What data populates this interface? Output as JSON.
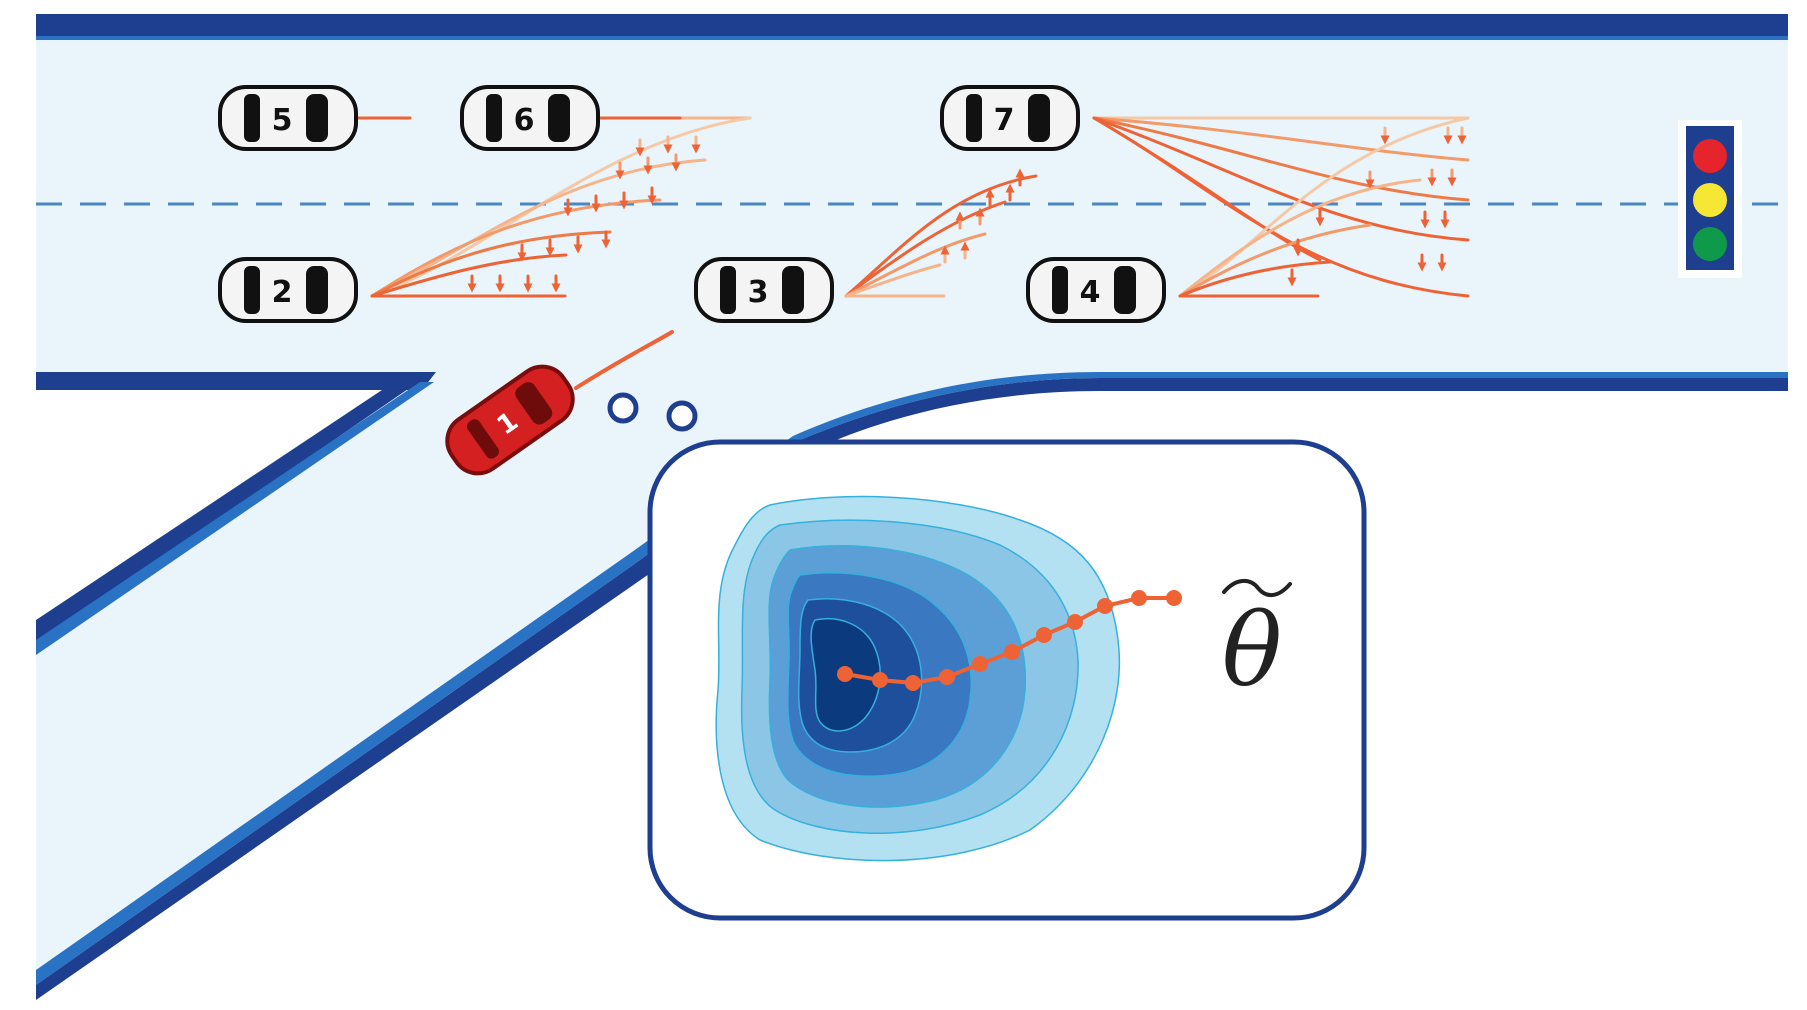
{
  "colors": {
    "road_fill": "#eaf4fb",
    "road_edge_dark": "#1e3f8f",
    "road_edge_mid": "#2a72c4",
    "lane_dash": "#4a86c2",
    "trajectory": "#ee6336",
    "trajectory_light": "#f6b48a",
    "ego_car": "#d42020",
    "other_car": "#f4f4f4",
    "panel_border": "#1e3f8f",
    "contour_levels": [
      "#b4e1f2",
      "#8cc6e6",
      "#5b9fd6",
      "#3b78c2",
      "#1d4f9c",
      "#0c3a7e"
    ]
  },
  "cars": [
    {
      "id": "car-5",
      "label": "5",
      "role": "other"
    },
    {
      "id": "car-6",
      "label": "6",
      "role": "other"
    },
    {
      "id": "car-7",
      "label": "7",
      "role": "other"
    },
    {
      "id": "car-2",
      "label": "2",
      "role": "other"
    },
    {
      "id": "car-3",
      "label": "3",
      "role": "other"
    },
    {
      "id": "car-4",
      "label": "4",
      "role": "other"
    },
    {
      "id": "car-1",
      "label": "1",
      "role": "ego"
    }
  ],
  "traffic_light": {
    "lights": [
      "red",
      "yellow",
      "green"
    ]
  },
  "inset": {
    "symbol": "θ"
  }
}
